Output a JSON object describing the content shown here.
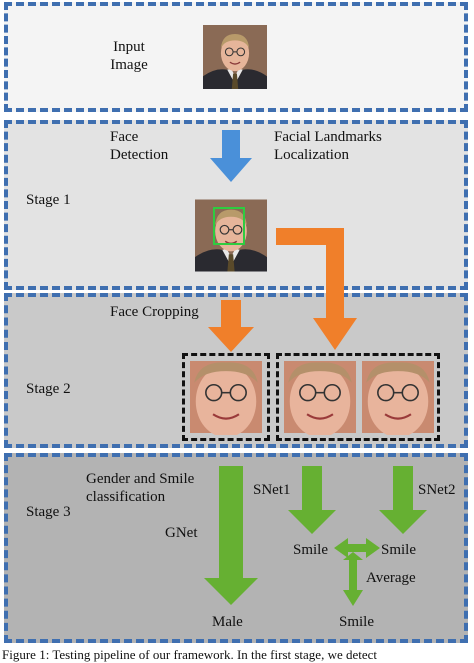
{
  "input": {
    "label_line1": "Input",
    "label_line2": "Image"
  },
  "stage1": {
    "name": "Stage 1",
    "face_detection_line1": "Face",
    "face_detection_line2": "Detection",
    "landmarks_line1": "Facial Landmarks",
    "landmarks_line2": "Localization"
  },
  "stage2": {
    "name": "Stage 2",
    "face_cropping": "Face Cropping"
  },
  "stage3": {
    "name": "Stage 3",
    "classification_line1": "Gender and Smile",
    "classification_line2": "classification",
    "gnet": "GNet",
    "snet1": "SNet1",
    "snet2": "SNet2",
    "smile_left": "Smile",
    "smile_right": "Smile",
    "average": "Average",
    "male": "Male",
    "smile_final": "Smile"
  },
  "caption": "Figure 1: Testing pipeline of our framework. In the first stage, we detect",
  "colors": {
    "panel_border": "#3f6fb0",
    "blue_arrow": "#4a90d9",
    "orange_arrow": "#f07f2a",
    "green_arrow": "#66b032",
    "face_box": "#2ecc40"
  }
}
